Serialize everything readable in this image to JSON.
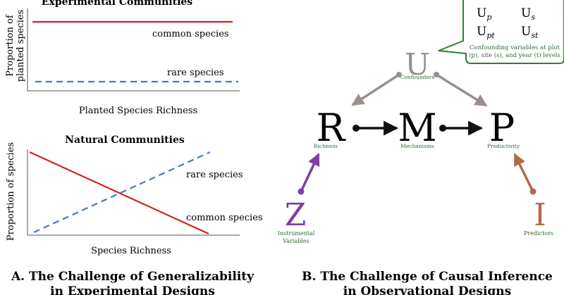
{
  "panel_a": {
    "exp": {
      "title": "Experimental Communities",
      "ylabel": [
        "Proportion of",
        "planted species"
      ],
      "xlabel": "Planted Species Richness",
      "common_label": "common species",
      "rare_label": "rare species"
    },
    "nat": {
      "title": "Natural Communities",
      "ylabel": "Proportion of species",
      "xlabel": "Species Richness",
      "common_label": "common species",
      "rare_label": "rare species"
    },
    "caption": [
      "A. The Challenge of Generalizability",
      "in Experimental Designs"
    ]
  },
  "panel_b": {
    "callout": {
      "U_p": "U",
      "U_p_sub": "p",
      "U_s": "U",
      "U_s_sub": "s",
      "U_pt": "U",
      "U_pt_sub": "pt",
      "U_st": "U",
      "U_st_sub": "st",
      "text": [
        "Confounding variables at plot",
        "(p), site (s), and year (t) levels"
      ]
    },
    "nodes": {
      "U": {
        "letter": "U",
        "label": "Confounders"
      },
      "R": {
        "letter": "R",
        "label": "Richness"
      },
      "M": {
        "letter": "M",
        "label": "Mechanisms"
      },
      "P": {
        "letter": "P",
        "label": "Productivity"
      },
      "Z": {
        "letter": "Z",
        "label": [
          "Instrumental",
          "Variables"
        ]
      },
      "I": {
        "letter": "I",
        "label": "Predictors"
      }
    },
    "caption": [
      "B. The Challenge of Causal Inference",
      "in Observational Designs"
    ]
  },
  "colors": {
    "common": "#d42020",
    "rare": "#4a76c0",
    "confounder": "#9a8f8c",
    "instrument": "#7a3fa3",
    "predictor": "#b2694a",
    "callout_border": "#2e7d32",
    "label_green": "#2e6b34"
  }
}
